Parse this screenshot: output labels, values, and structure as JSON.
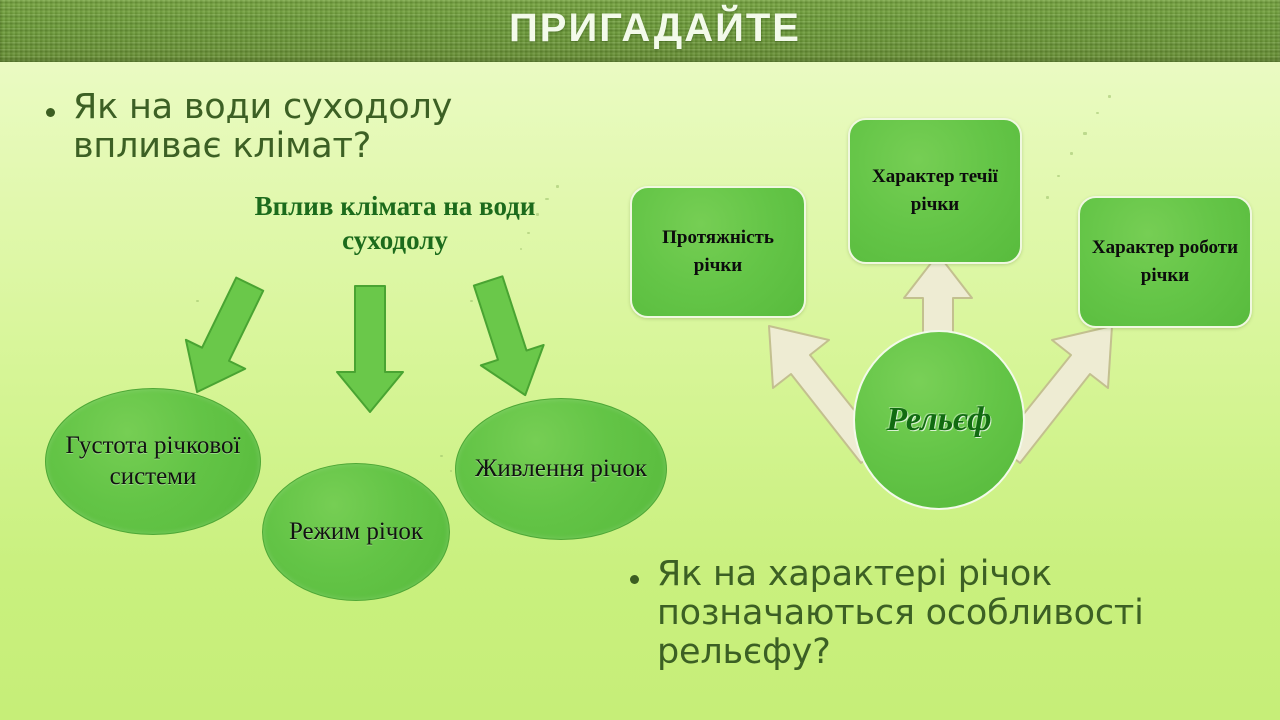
{
  "slide": {
    "title": "ПРИГАДАЙТЕ",
    "background_top_color": "#eefbcc",
    "background_bottom_color": "#c6ee78",
    "banner_color": "#6c9c38",
    "title_color": "#f3faea"
  },
  "questions": [
    {
      "id": "climate",
      "text": "Як на води суходолу впливає клімат?"
    },
    {
      "id": "relief",
      "text": "Як на характері річок позначаються особливості рельєфу?"
    }
  ],
  "left_diagram": {
    "heading": "Вплив клімата на води суходолу",
    "heading_color": "#1c6b1c",
    "node_fill_color": "#63c446",
    "arrow_fill_color": "#6ac84a",
    "nodes": [
      {
        "id": "density",
        "label": "Густота річкової системи"
      },
      {
        "id": "regime",
        "label": "Режим річок"
      },
      {
        "id": "feeding",
        "label": "Живлення річок"
      }
    ],
    "arrows": [
      {
        "id": "arrow-to-density",
        "direction": "down-left",
        "target": "density"
      },
      {
        "id": "arrow-to-regime",
        "direction": "down",
        "target": "regime"
      },
      {
        "id": "arrow-to-feeding",
        "direction": "down-right",
        "target": "feeding"
      }
    ]
  },
  "right_diagram": {
    "center_label": "Рельєф",
    "center_fill_color": "#64c547",
    "center_text_color": "#116b11",
    "box_fill_color": "#64c547",
    "arrow_fill_color": "#eeecd3",
    "arrow_border_color": "#c3c08f",
    "boxes": [
      {
        "id": "length",
        "label": "Протяжність річки"
      },
      {
        "id": "flow",
        "label": "Характер течії річки"
      },
      {
        "id": "work",
        "label": "Характер роботи річки"
      }
    ],
    "arrows": [
      {
        "id": "arrow-to-length",
        "direction": "up-left",
        "target": "length"
      },
      {
        "id": "arrow-to-flow",
        "direction": "up",
        "target": "flow"
      },
      {
        "id": "arrow-to-work",
        "direction": "up-right",
        "target": "work"
      }
    ]
  }
}
